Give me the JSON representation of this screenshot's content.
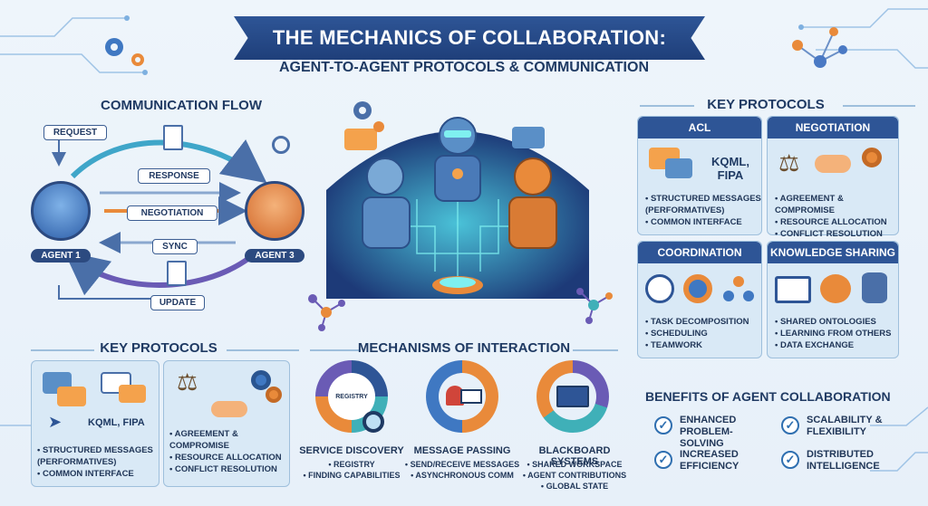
{
  "header": {
    "title": "THE MECHANICS OF COLLABORATION:",
    "subtitle": "AGENT-TO-AGENT PROTOCOLS & COMMUNICATION"
  },
  "flow": {
    "heading": "COMMUNICATION FLOW",
    "messages": [
      "REQUEST",
      "RESPONSE",
      "NEGOTIATION",
      "SYNC",
      "UPDATE"
    ],
    "agent_left": "AGENT 1",
    "agent_right": "AGENT 3"
  },
  "key_protocols_right": {
    "heading": "KEY PROTOCOLS",
    "cards": [
      {
        "title": "ACL",
        "extra": "KQML, FIPA",
        "bullets": [
          "STRUCTURED MESSAGES (PERFORMATIVES)",
          "COMMON INTERFACE"
        ],
        "icon": "speech-bubbles-icon"
      },
      {
        "title": "NEGOTIATION",
        "bullets": [
          "AGREEMENT & COMPROMISE",
          "RESOURCE ALLOCATION",
          "CONFLICT RESOLUTION"
        ],
        "icon": "scales-handshake-icon"
      },
      {
        "title": "COORDINATION",
        "bullets": [
          "TASK DECOMPOSITION",
          "SCHEDULING",
          "TEAMWORK"
        ],
        "icon": "clock-gear-team-icon"
      },
      {
        "title": "KNOWLEDGE SHARING",
        "bullets": [
          "SHARED ONTOLOGIES",
          "LEARNING FROM OTHERS",
          "DATA EXCHANGE"
        ],
        "icon": "book-brain-database-icon"
      }
    ]
  },
  "key_protocols_left": {
    "heading": "KEY PROTOCOLS",
    "acl_extra": "KQML, FIPA",
    "acl_bullets": [
      "STRUCTURED MESSAGES (PERFORMATIVES)",
      "COMMON INTERFACE"
    ],
    "neg_bullets": [
      "AGREEMENT & COMPROMISE",
      "RESOURCE ALLOCATION",
      "CONFLICT RESOLUTION"
    ]
  },
  "mechanisms": {
    "heading": "MECHANISMS OF INTERACTION",
    "items": [
      {
        "label": "SERVICE DISCOVERY",
        "icon_text": "REGISTRY",
        "bullets": [
          "REGISTRY",
          "FINDING CAPABILITIES"
        ]
      },
      {
        "label": "MESSAGE PASSING",
        "bullets": [
          "SEND/RECEIVE MESSAGES",
          "ASYNCHRONOUS COMM"
        ]
      },
      {
        "label": "BLACKBOARD SYSTEMS",
        "bullets": [
          "SHARED WORKSPACE",
          "AGENT CONTRIBUTIONS",
          "GLOBAL STATE"
        ]
      }
    ]
  },
  "benefits": {
    "heading": "BENEFITS OF AGENT COLLABORATION",
    "items": [
      "ENHANCED PROBLEM-SOLVING",
      "SCALABILITY & FLEXIBILITY",
      "INCREASED EFFICIENCY",
      "DISTRIBUTED INTELLIGENCE"
    ]
  },
  "colors": {
    "navy": "#1f3f7a",
    "blue": "#2f6fb0",
    "orange": "#e98a3a",
    "teal": "#3fb0b8",
    "purple": "#6a5bb5"
  }
}
